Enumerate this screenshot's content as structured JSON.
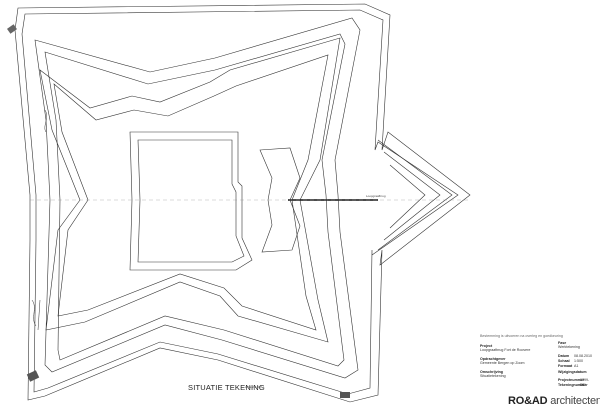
{
  "drawing": {
    "title": "SITUATIE TEKENING",
    "scale": "schaal 1:500"
  },
  "title_block": {
    "note": "Bestemming is uitvoeren na overleg en goedkeuring",
    "project_label": "Project",
    "project_value": "Loopgraafbrug Fort de Roovere",
    "client_label": "Opdrachtgever",
    "client_value": "Gemeente Bergen op Zoom",
    "phase_label": "Fase",
    "phase_value": "Werktekening",
    "date_label": "Datum",
    "date_value": "08.08.2010",
    "scale_label": "Schaal",
    "scale_value": "1:500",
    "format_label": "Formaat",
    "format_value": "A1",
    "revision_label": "Wijzigingsdatum",
    "designation_label": "Omschrijving",
    "designation_value": "Situatietekening",
    "project_number_label": "Projectnummer",
    "project_number_value": "0799-04",
    "drawing_number_label": "Tekeningnummer",
    "drawing_number_value": "001"
  },
  "brand": {
    "name_main": "RO&AD",
    "name_sub": " architecten"
  },
  "annotations": {
    "bridge_label": "Loopgraafbrug"
  }
}
